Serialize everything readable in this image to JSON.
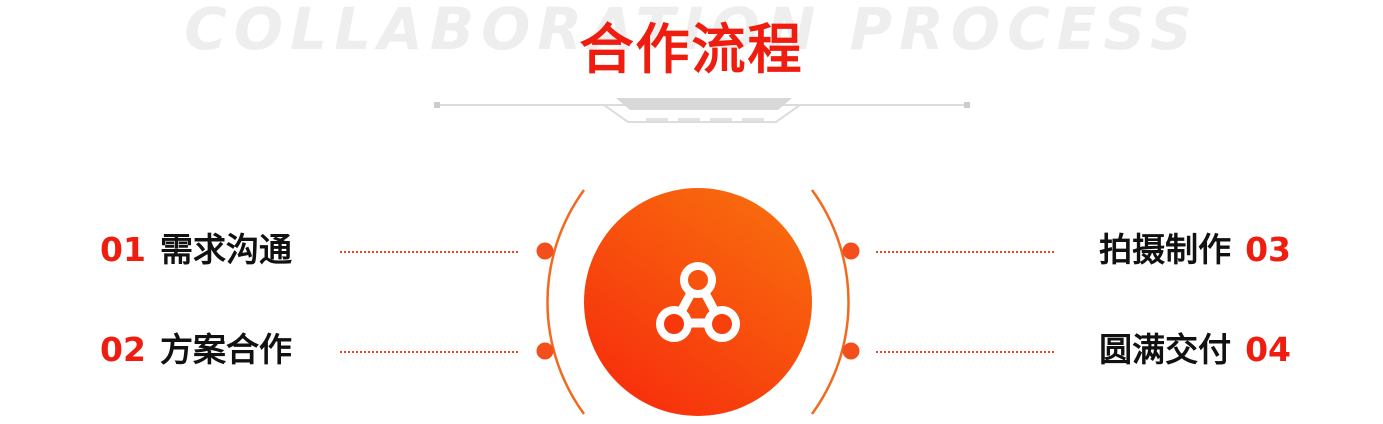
{
  "header": {
    "background_text": "COLLABORATION PROCESS",
    "title": "合作流程"
  },
  "steps": [
    {
      "number": "01",
      "label": "需求沟通"
    },
    {
      "number": "02",
      "label": "方案合作"
    },
    {
      "number": "03",
      "label": "拍摄制作"
    },
    {
      "number": "04",
      "label": "圆满交付"
    }
  ],
  "center": {
    "icon": "collaboration-network-icon"
  },
  "colors": {
    "accent": "#ee1d0f",
    "gradient_start": "#f8260c",
    "gradient_end": "#f9730d",
    "text": "#111111",
    "background_text": "#eeeeee"
  }
}
